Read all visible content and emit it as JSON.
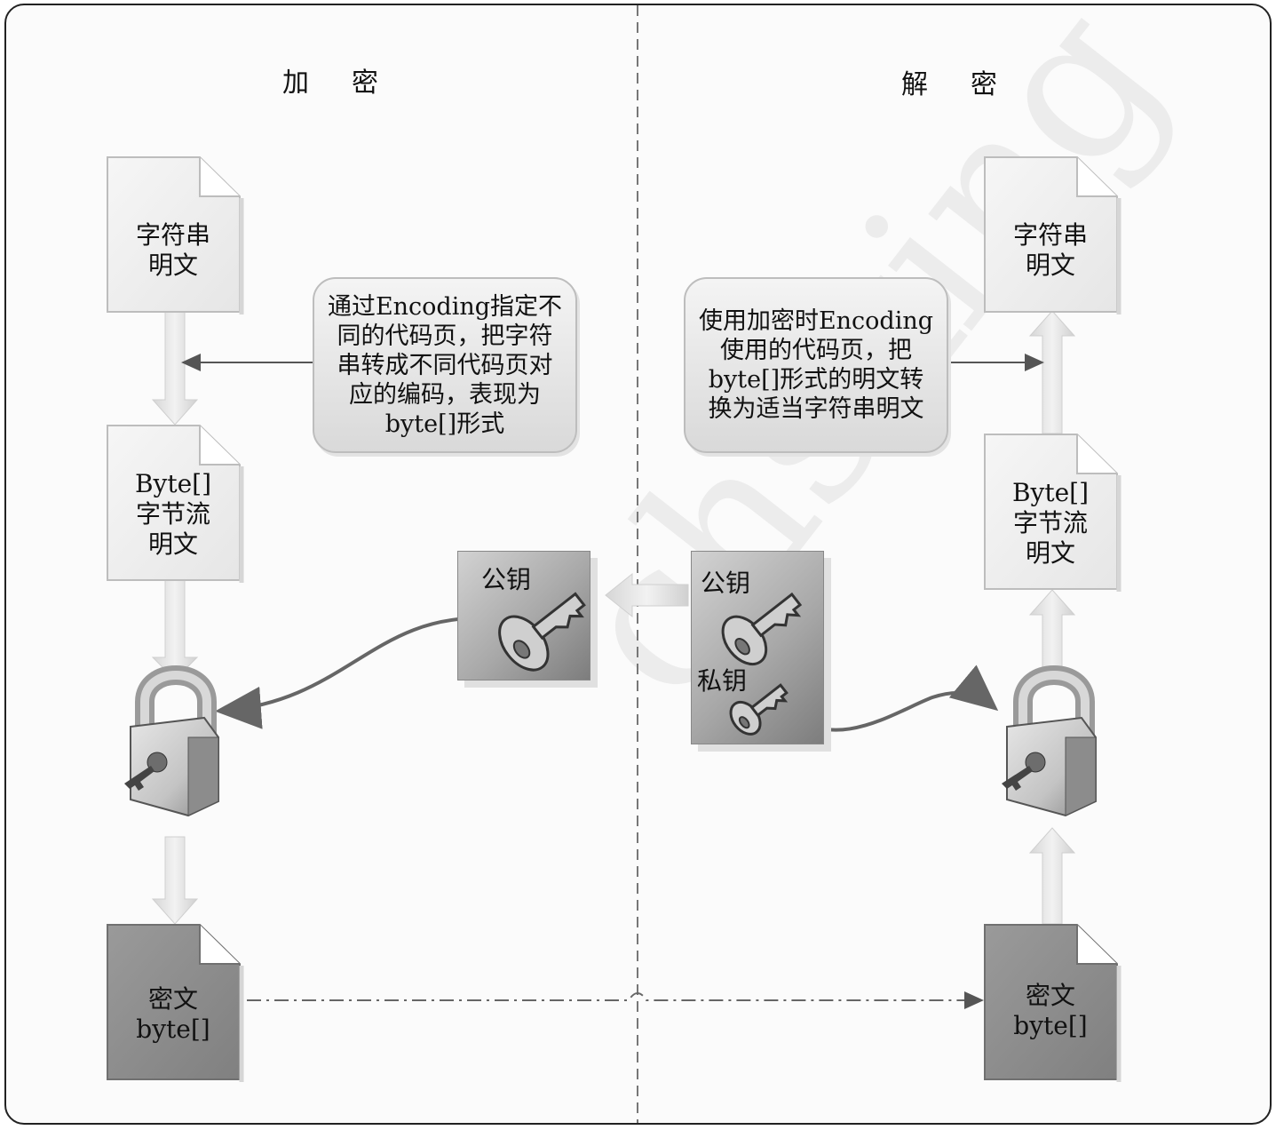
{
  "encrypt": {
    "title": "加密",
    "plaintext_doc": "字符串\n明文",
    "bytes_doc": "Byte[]\n字节流\n明文",
    "cipher_doc": "密文\nbyte[]",
    "callout": "通过Encoding指定不\n同的代码页，把字符\n串转成不同代码页对\n应的编码，表现为\nbyte[]形式",
    "key_label": "公钥"
  },
  "decrypt": {
    "title": "解密",
    "plaintext_doc": "字符串\n明文",
    "bytes_doc": "Byte[]\n字节流\n明文",
    "cipher_doc": "密文\nbyte[]",
    "callout": "使用加密时Encoding\n使用的代码页，把\nbyte[]形式的明文转\n换为适当字符串明文",
    "public_key_label": "公钥",
    "private_key_label": "私钥"
  },
  "colors": {
    "doc_light": "#efefef",
    "doc_dark": "#8e8e8e",
    "arrow_fill": "#e2e2e2",
    "connector": "#555555",
    "curve": "#6b6b6b"
  },
  "icons": [
    "padlock-icon",
    "key-icon",
    "block-arrow-icon"
  ]
}
